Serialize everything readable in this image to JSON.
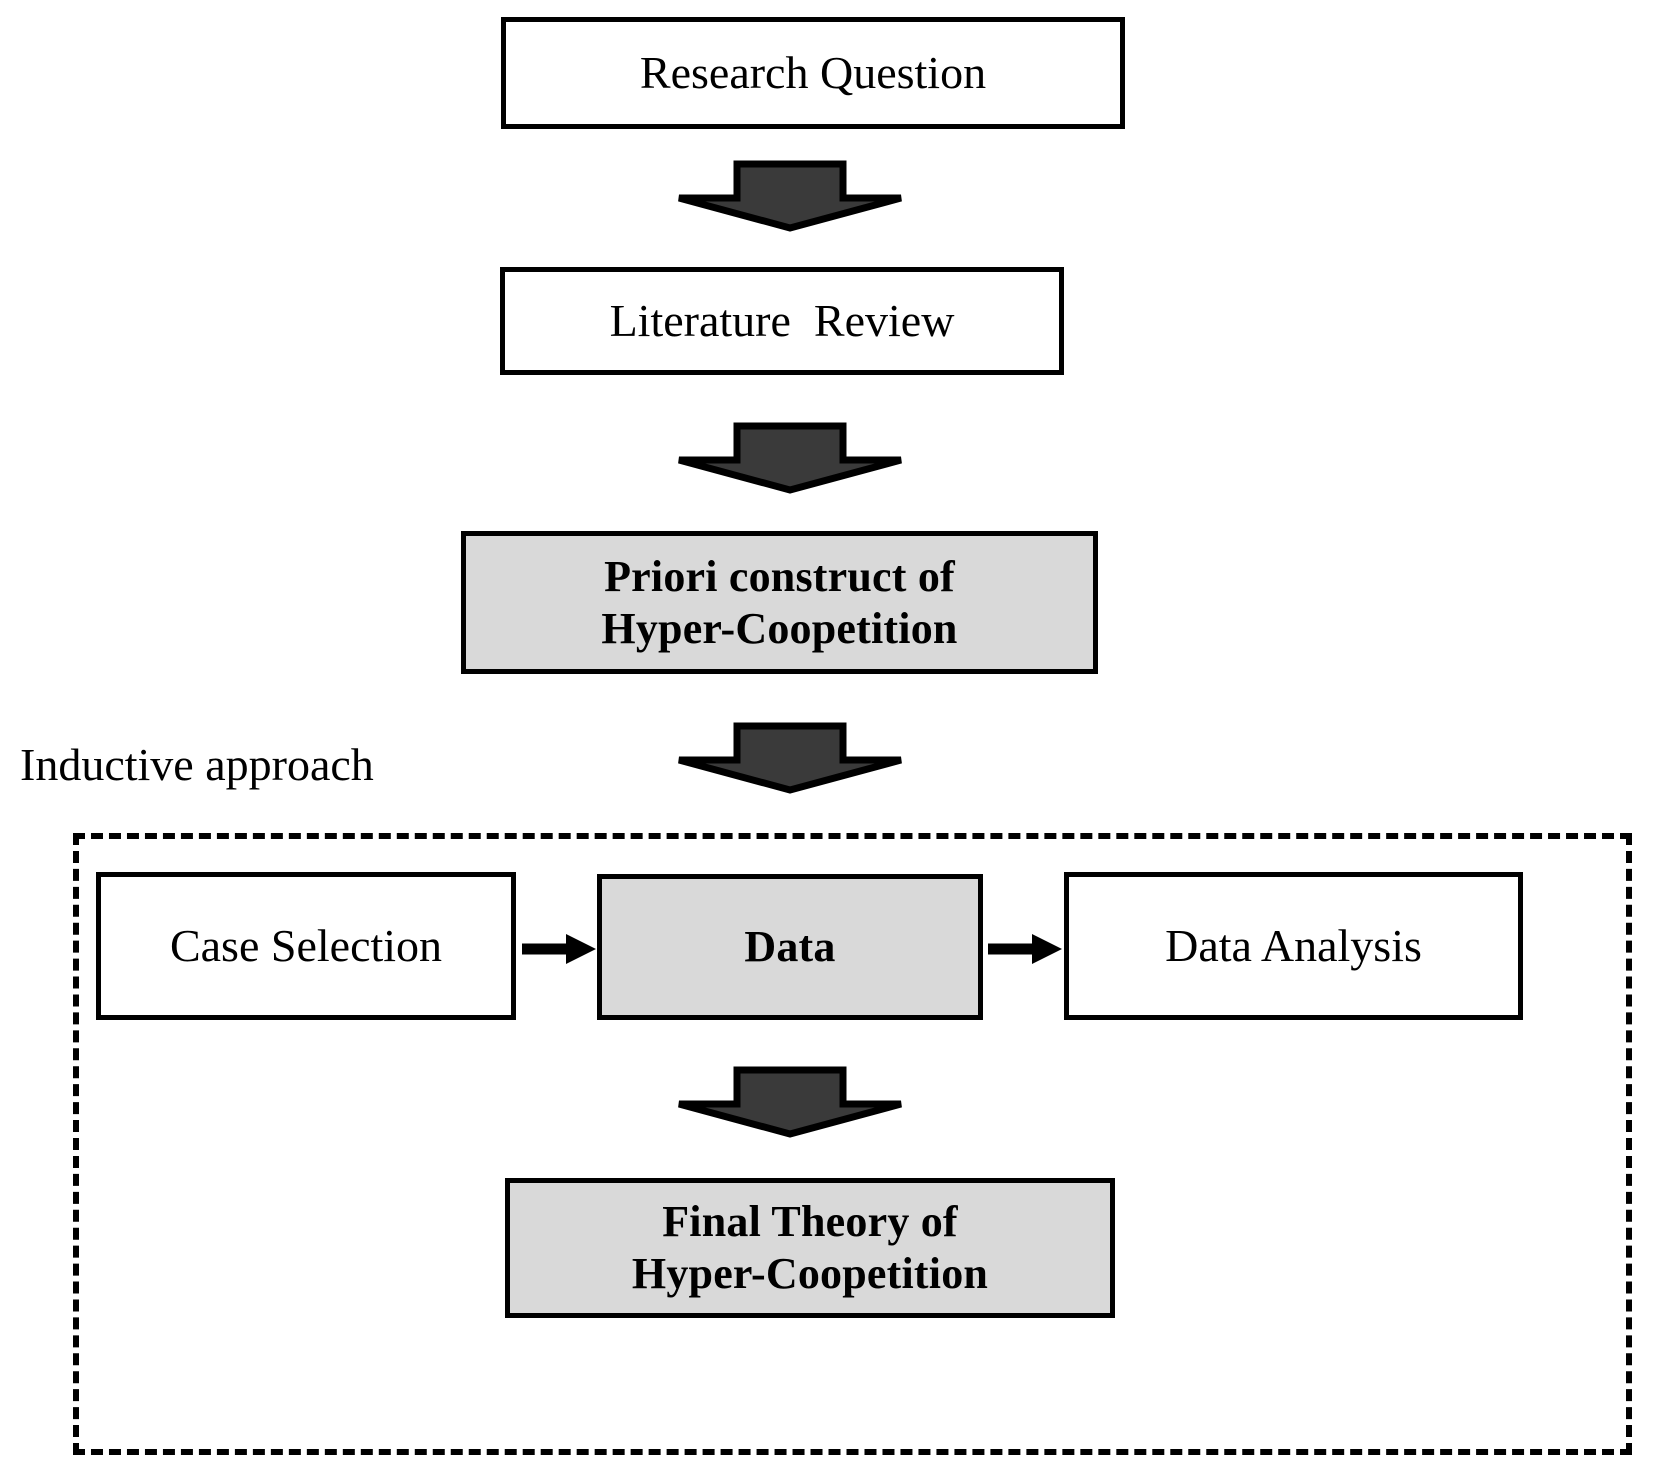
{
  "diagram": {
    "title_label": "Inductive approach",
    "nodes": {
      "research_question": {
        "text": "Research Question"
      },
      "literature_review": {
        "text": "Literature  Review"
      },
      "priori_construct": {
        "line1": "Priori construct of",
        "line2": "Hyper-Coopetition"
      },
      "case_selection": {
        "text": "Case Selection"
      },
      "data": {
        "text": "Data"
      },
      "data_analysis": {
        "text": "Data Analysis"
      },
      "final_theory": {
        "line1": "Final Theory of",
        "line2": "Hyper-Coopetition"
      }
    },
    "colors": {
      "shaded_fill": "#d9d9d9",
      "plain_fill": "#ffffff",
      "stroke": "#000000",
      "block_arrow_fill": "#3a3a3a"
    },
    "connectors": {
      "block_arrow_count": 4,
      "line_arrow_count": 2,
      "dashed_group_label": "Inductive approach"
    }
  }
}
